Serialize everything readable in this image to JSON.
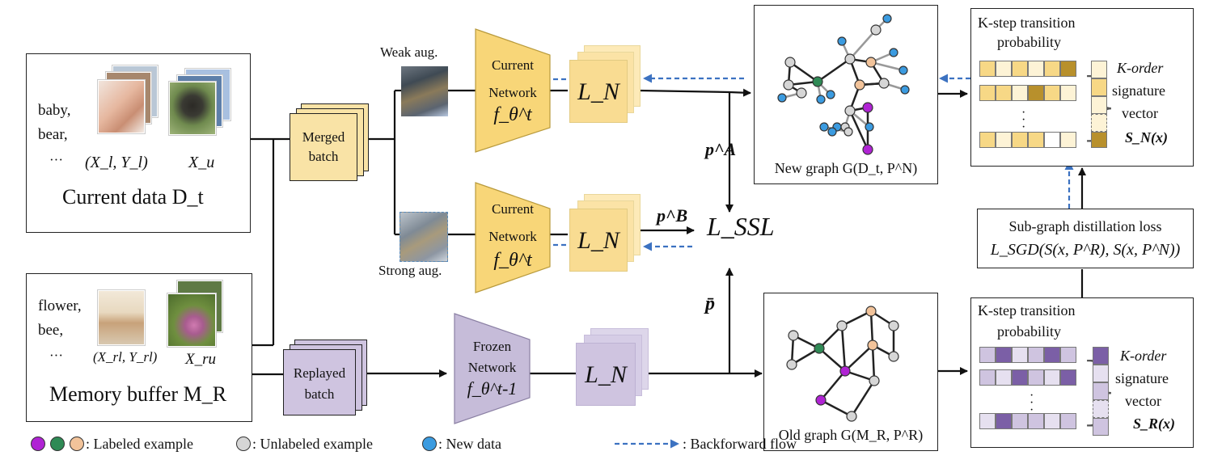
{
  "colors": {
    "current_fill": "#f8d678",
    "merged_fill": "#f9e3a6",
    "frozen_fill": "#c6bcd9",
    "replayed_fill": "#cfc4e0",
    "arrow_blue": "#3c72c1",
    "node_purple": "#b023d4",
    "node_green": "#2f8a55",
    "node_peach": "#f2c39a",
    "node_gray": "#d6d6d6",
    "node_blue": "#3b9be0"
  },
  "current_data": {
    "classes": [
      "baby,",
      "bear,",
      "···"
    ],
    "labeled": "(X_l, Y_l)",
    "unlabeled": "X_u",
    "title": "Current data D_t"
  },
  "memory_buffer": {
    "classes": [
      "flower,",
      "bee,",
      "···"
    ],
    "labeled": "(X_rl, Y_rl)",
    "unlabeled": "X_ru",
    "title": "Memory buffer M_R"
  },
  "merged_batch": {
    "line1": "Merged",
    "line2": "batch"
  },
  "replayed_batch": {
    "line1": "Replayed",
    "line2": "batch"
  },
  "weak_aug": "Weak aug.",
  "strong_aug": "Strong aug.",
  "current_network": {
    "line1": "Current",
    "line2": "Network",
    "symbol": "f_θ^t"
  },
  "frozen_network": {
    "line1": "Frozen",
    "line2": "Network",
    "symbol": "f_θ^t-1"
  },
  "loss_n": "L_N",
  "p_a": "p^A",
  "p_b": "p^B",
  "p_bar": "p̄",
  "l_ssl": "L_SSL",
  "new_graph": "New graph G(D_t, P^N)",
  "old_graph": "Old graph G(M_R, P^R)",
  "transition": {
    "line1": "K-step transition",
    "line2": "probability"
  },
  "signature_new": {
    "line1": "K-order",
    "line2": "signature",
    "line3": "vector",
    "symbol": "S_N(x)"
  },
  "signature_old": {
    "line1": "K-order",
    "line2": "signature",
    "line3": "vector",
    "symbol": "S_R(x)"
  },
  "sgd_loss": {
    "line1": "Sub-graph distillation loss",
    "line2": "L_SGD(S(x, P^R), S(x, P^N))"
  },
  "legend": {
    "labeled": ": Labeled example",
    "unlabeled": ": Unlabeled example",
    "new_data": ": New data",
    "backforward": ": Backforward flow"
  }
}
